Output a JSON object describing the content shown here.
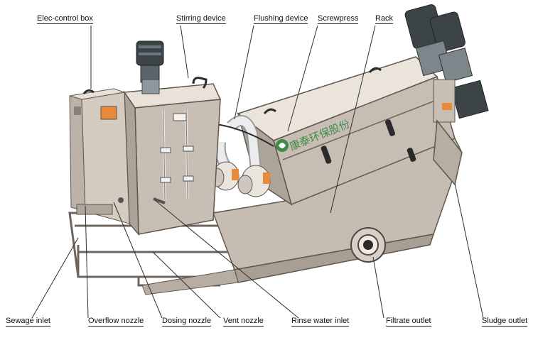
{
  "labels": {
    "elec_control_box": "Elec-control box",
    "stirring_device": "Stirring device",
    "flushing_device": "Flushing device",
    "screwpress": "Screwpress",
    "rack": "Rack",
    "sewage_inlet": "Sewage inlet",
    "overflow_nozzle": "Overflow nozzle",
    "dosing_nozzle": "Dosing nozzle",
    "vent_nozzle": "Vent nozzle",
    "rinse_water_inlet": "Rinse water inlet",
    "filtrate_outlet": "Filtrate outlet",
    "sludge_outlet": "Sludge outlet"
  },
  "brand_text": "康泰环保股份",
  "colors": {
    "body": "#c9beb3",
    "body_dark": "#a99e93",
    "top": "#e9e3da",
    "motor": "#3c4448",
    "pipe": "#e6e6e6",
    "brand_green": "#3f8a4a",
    "warning_orange": "#e88a3a"
  }
}
